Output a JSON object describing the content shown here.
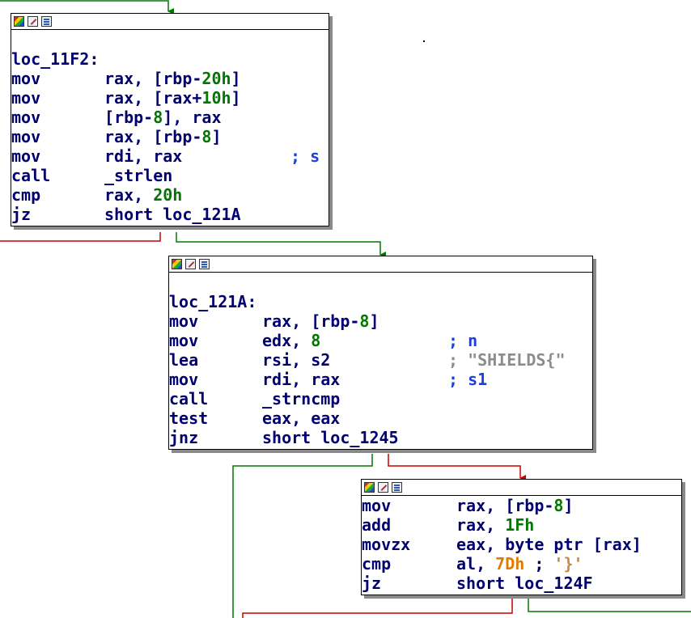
{
  "colors": {
    "edge_true": "#007800",
    "edge_false": "#cc0000",
    "mnemonic": "#000070",
    "immediate": "#007800",
    "char_immediate": "#e07a00",
    "comment_name": "#1a3fdc",
    "comment_string": "#8c8c8c"
  },
  "header_icons": [
    "graph-overview-icon",
    "edit-node-icon",
    "xrefs-icon"
  ],
  "blocks": [
    {
      "id": "loc_11F2",
      "label": "loc_11F2:",
      "lines": [
        {
          "mn": "mov",
          "op": [
            {
              "t": "rax, [rbp-"
            },
            {
              "t": "20h",
              "c": "num"
            },
            {
              "t": "]"
            }
          ]
        },
        {
          "mn": "mov",
          "op": [
            {
              "t": "rax, [rax+"
            },
            {
              "t": "10h",
              "c": "num"
            },
            {
              "t": "]"
            }
          ]
        },
        {
          "mn": "mov",
          "op": [
            {
              "t": "[rbp-"
            },
            {
              "t": "8",
              "c": "num"
            },
            {
              "t": "], rax"
            }
          ]
        },
        {
          "mn": "mov",
          "op": [
            {
              "t": "rax, [rbp-"
            },
            {
              "t": "8",
              "c": "num"
            },
            {
              "t": "]"
            }
          ]
        },
        {
          "mn": "mov",
          "op": [
            {
              "t": "rdi, rax"
            }
          ],
          "cm": "; s",
          "cc": "c-blue"
        },
        {
          "mn": "call",
          "op": [
            {
              "t": "_strlen"
            }
          ]
        },
        {
          "mn": "cmp",
          "op": [
            {
              "t": "rax, "
            },
            {
              "t": "20h",
              "c": "num"
            }
          ]
        },
        {
          "mn": "jz",
          "op": [
            {
              "t": "short loc_121A"
            }
          ]
        }
      ]
    },
    {
      "id": "loc_121A",
      "label": "loc_121A:",
      "lines": [
        {
          "mn": "mov",
          "op": [
            {
              "t": "rax, [rbp-"
            },
            {
              "t": "8",
              "c": "num"
            },
            {
              "t": "]"
            }
          ]
        },
        {
          "mn": "mov",
          "op": [
            {
              "t": "edx, "
            },
            {
              "t": "8",
              "c": "num"
            }
          ],
          "cm": "; n",
          "cc": "c-blue"
        },
        {
          "mn": "lea",
          "op": [
            {
              "t": "rsi, s2"
            }
          ],
          "cm": "; \"SHIELDS{\"",
          "cc": "c-gray"
        },
        {
          "mn": "mov",
          "op": [
            {
              "t": "rdi, rax"
            }
          ],
          "cm": "; s1",
          "cc": "c-blue"
        },
        {
          "mn": "call",
          "op": [
            {
              "t": "_strncmp"
            }
          ]
        },
        {
          "mn": "test",
          "op": [
            {
              "t": "eax, eax"
            }
          ]
        },
        {
          "mn": "jnz",
          "op": [
            {
              "t": "short loc_1245"
            }
          ]
        }
      ]
    },
    {
      "id": "block_3",
      "label": "",
      "lines": [
        {
          "mn": "mov",
          "op": [
            {
              "t": "rax, [rbp-"
            },
            {
              "t": "8",
              "c": "num"
            },
            {
              "t": "]"
            }
          ]
        },
        {
          "mn": "add",
          "op": [
            {
              "t": "rax, "
            },
            {
              "t": "1Fh",
              "c": "num"
            }
          ]
        },
        {
          "mn": "movzx",
          "op": [
            {
              "t": "eax, byte ptr [rax]"
            }
          ]
        },
        {
          "mn": "cmp",
          "op": [
            {
              "t": "al, "
            },
            {
              "t": "7Dh",
              "c": "orange"
            },
            {
              "t": " ; "
            },
            {
              "t": "'}'",
              "c": "c-orange"
            }
          ]
        },
        {
          "mn": "jz",
          "op": [
            {
              "t": "short loc_124F"
            }
          ]
        }
      ]
    }
  ]
}
